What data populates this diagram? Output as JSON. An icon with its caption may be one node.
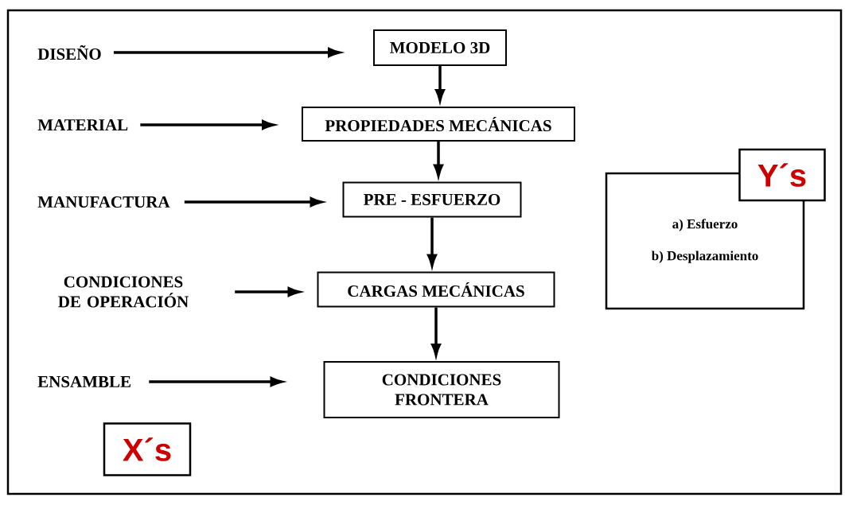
{
  "diagram": {
    "nodes": [
      {
        "text": [
          "DISEÑO"
        ]
      },
      {
        "text": [
          "MODELO 3D"
        ]
      },
      {
        "text": [
          "MATERIAL"
        ]
      },
      {
        "text": [
          "PROPIEDADES MECÁNICAS"
        ]
      },
      {
        "text": [
          "MANUFACTURA"
        ]
      },
      {
        "text": [
          "PRE - ESFUERZO"
        ]
      },
      {
        "text": [
          "CONDICIONES DE OPERACIÓN"
        ]
      },
      {
        "text": [
          "CARGAS MECÁNICAS"
        ]
      },
      {
        "text": [
          "ENSAMBLE"
        ]
      },
      {
        "text": [
          "CONDICIONES FRONTERA"
        ]
      },
      {
        "text": [
          "X´s"
        ]
      },
      {
        "text": [
          "Y´s"
        ]
      },
      {
        "text": [
          "a) Esfuerzo",
          "b) Desplazamiento"
        ]
      }
    ],
    "edges": [
      {
        "from": 0,
        "to": 1,
        "arrow": "to"
      },
      {
        "from": 2,
        "to": 3,
        "arrow": "to"
      },
      {
        "from": 4,
        "to": 5,
        "arrow": "to"
      },
      {
        "from": 6,
        "to": 7,
        "arrow": "to"
      },
      {
        "from": 8,
        "to": 9,
        "arrow": "to"
      },
      {
        "from": 1,
        "to": 3,
        "arrow": "to"
      },
      {
        "from": 3,
        "to": 5,
        "arrow": "to"
      },
      {
        "from": 5,
        "to": 7,
        "arrow": "to"
      },
      {
        "from": 7,
        "to": 9,
        "arrow": "to"
      }
    ]
  }
}
